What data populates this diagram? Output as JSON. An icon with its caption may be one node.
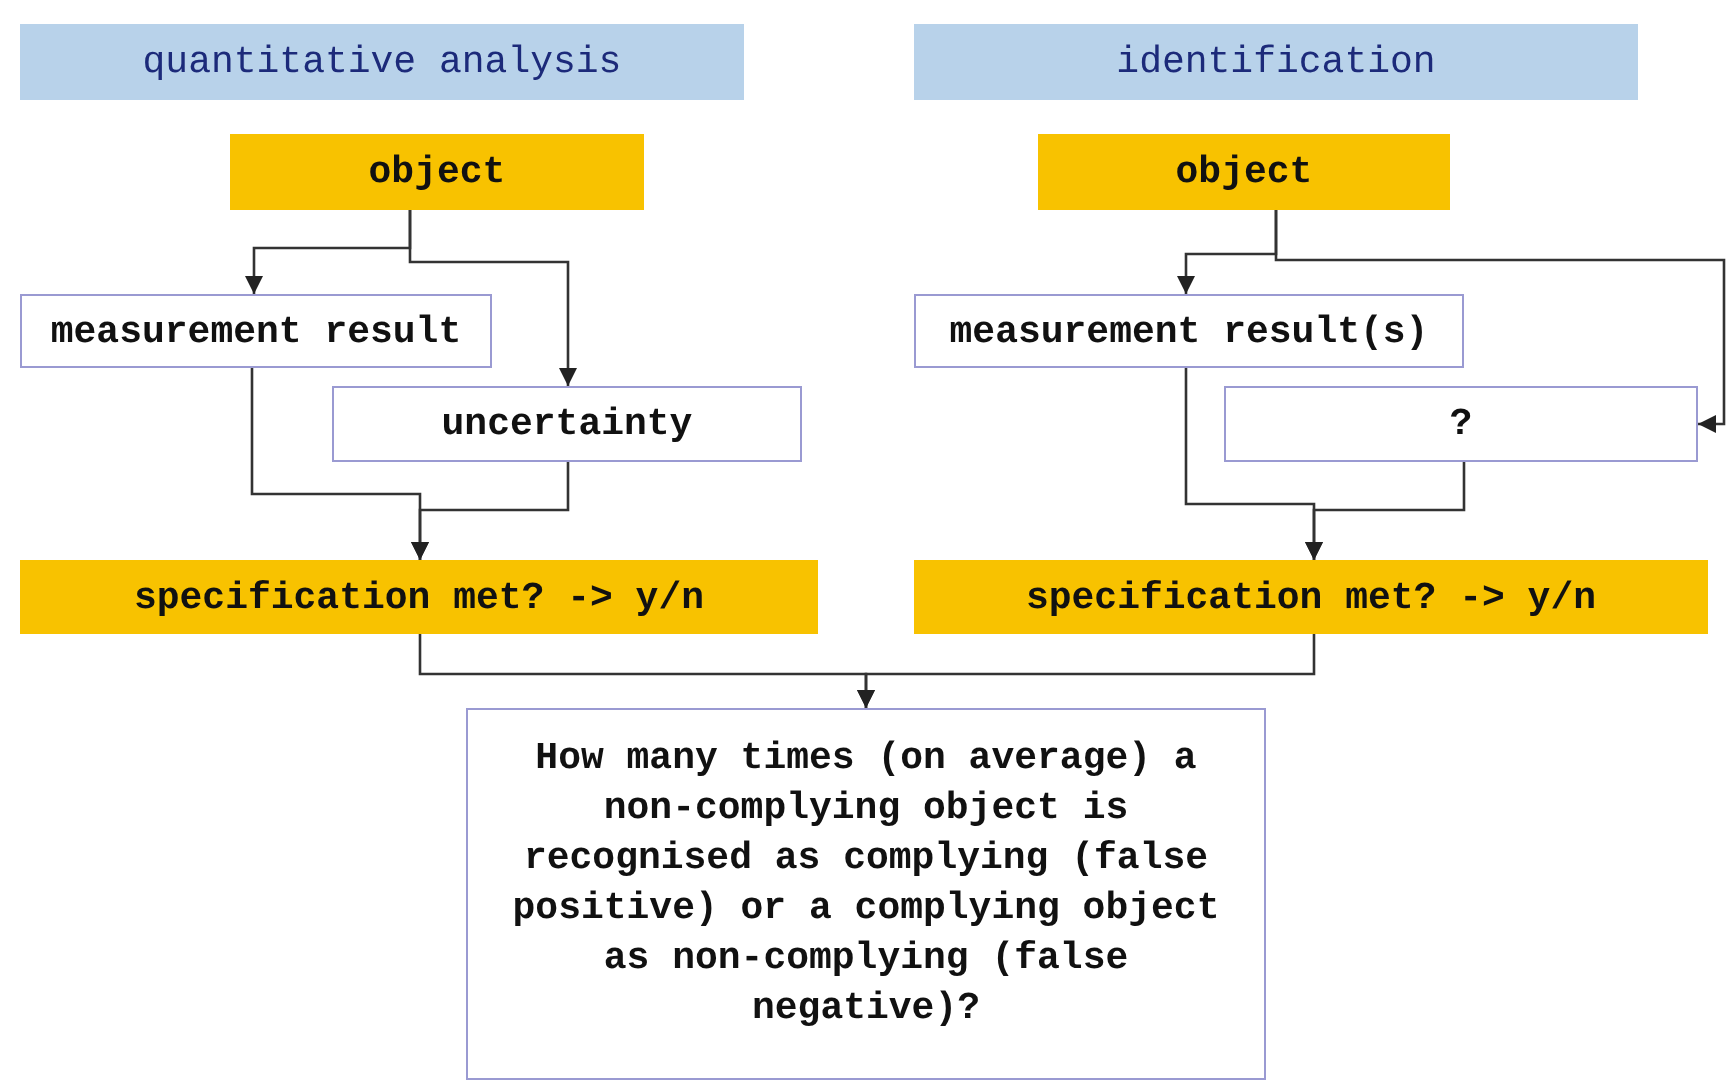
{
  "diagram": {
    "nodes": [
      {
        "text": [
          "quantitative analysis"
        ]
      },
      {
        "text": [
          "identification"
        ]
      },
      {
        "text": [
          "object"
        ]
      },
      {
        "text": [
          "measurement result"
        ]
      },
      {
        "text": [
          "uncertainty"
        ]
      },
      {
        "text": [
          "specification met? -> y/n"
        ]
      },
      {
        "text": [
          "object"
        ]
      },
      {
        "text": [
          "measurement result(s)"
        ]
      },
      {
        "text": [
          "?"
        ]
      },
      {
        "text": [
          "specification met? -> y/n"
        ]
      },
      {
        "text": [
          "How many times (on average) a non-complying object is recognised as complying (false positive) or a complying object as non-complying (false negative)?"
        ]
      }
    ],
    "edges": [
      {
        "from": 2,
        "to": 3,
        "arrow": "to"
      },
      {
        "from": 2,
        "to": 4,
        "arrow": "to"
      },
      {
        "from": 3,
        "to": 5,
        "arrow": "to"
      },
      {
        "from": 4,
        "to": 5,
        "arrow": "to"
      },
      {
        "from": 6,
        "to": 7,
        "arrow": "to"
      },
      {
        "from": 6,
        "to": 8,
        "arrow": "to"
      },
      {
        "from": 7,
        "to": 9,
        "arrow": "to"
      },
      {
        "from": 8,
        "to": 9,
        "arrow": "to"
      },
      {
        "from": 5,
        "to": 10,
        "arrow": "to"
      },
      {
        "from": 9,
        "to": 10,
        "arrow": "to"
      }
    ]
  }
}
